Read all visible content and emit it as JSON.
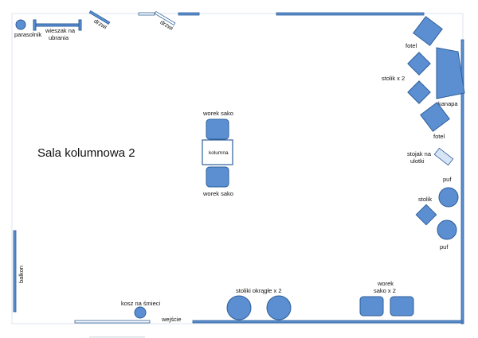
{
  "room": {
    "title": "Sala kolumnowa 2"
  },
  "labels": {
    "parasolnik": "parasolnik",
    "wieszak_line1": "wieszak na",
    "wieszak_line2": "ubrania",
    "door_left": "drzwi",
    "door_right": "drzwi",
    "fotel_top": "fotel",
    "stolik_x2": "stolik x 2",
    "kanapa": "kanapa",
    "fotel_bottom": "fotel",
    "stojak_line1": "stojak na",
    "stojak_line2": "ulotki",
    "puf_top": "puf",
    "stolik": "stolik",
    "puf_bottom": "puf",
    "worek_sako_top": "worek sako",
    "kolumna": "kolumna",
    "worek_sako_bottom": "worek sako",
    "balkon": "balkon",
    "kosz": "kosz na śmieci",
    "wejscie": "wejście",
    "stoliki_okragle": "stoliki okrągłe x 2",
    "worek_x2_line1": "worek",
    "worek_x2_line2": "sako x 2"
  },
  "colors": {
    "furniture_fill": "#5b8fd1",
    "furniture_stroke": "#2e5f99"
  }
}
